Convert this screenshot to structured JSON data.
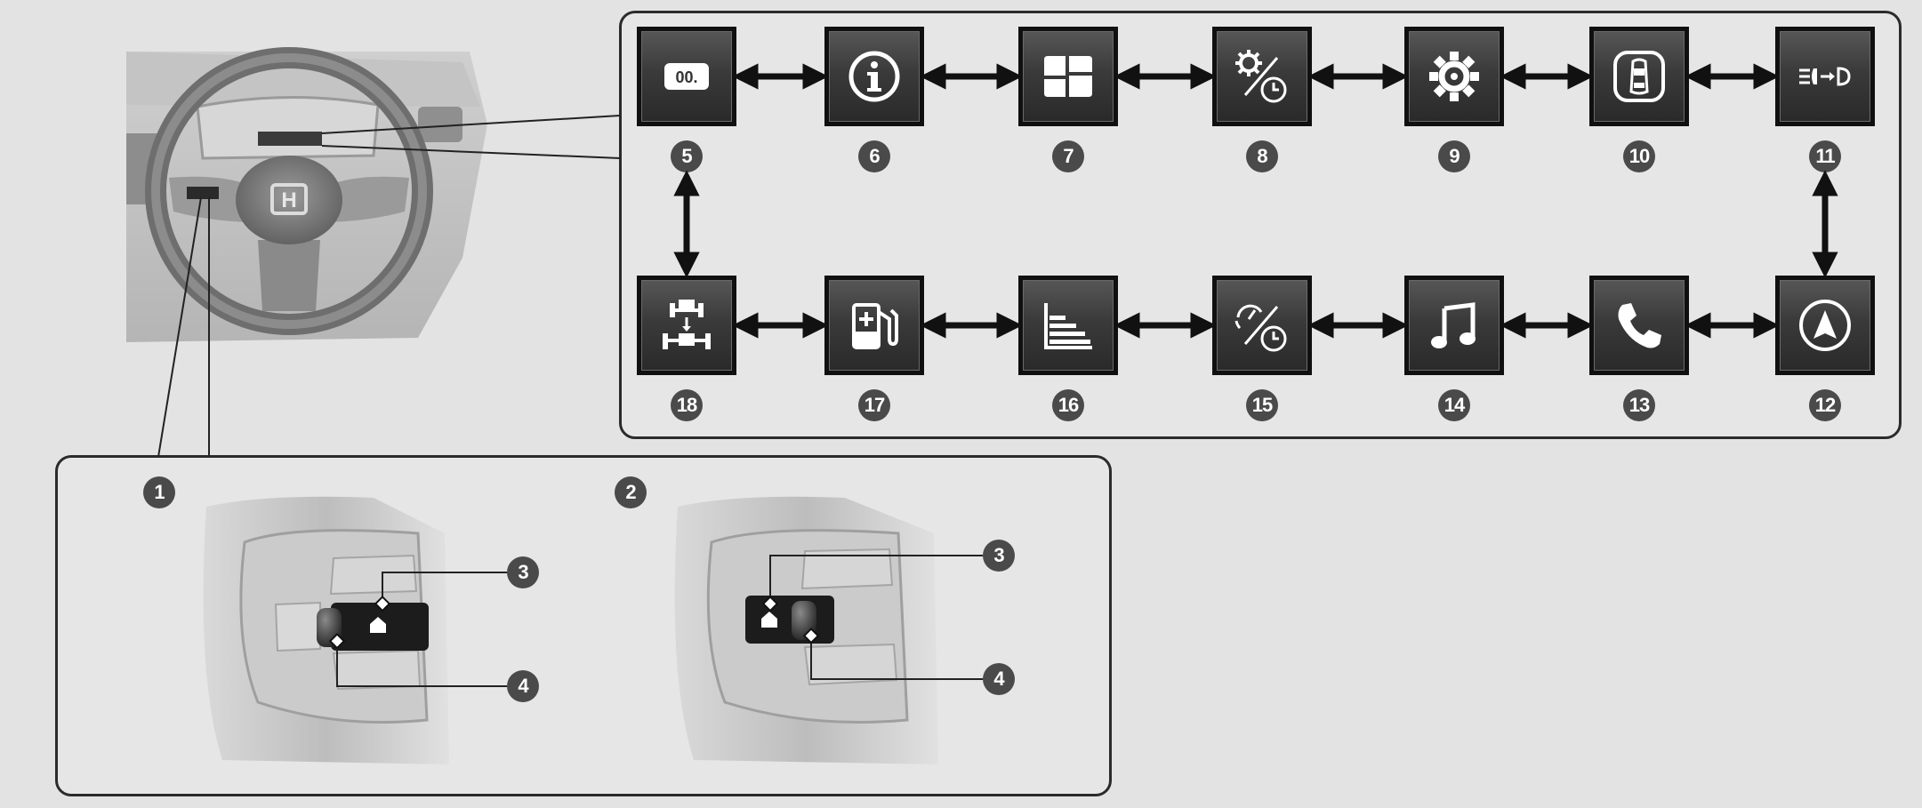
{
  "menu_items": [
    {
      "number": "5",
      "icon": "odometer-icon"
    },
    {
      "number": "6",
      "icon": "info-icon"
    },
    {
      "number": "7",
      "icon": "split-display-icon"
    },
    {
      "number": "8",
      "icon": "settings-timer-icon"
    },
    {
      "number": "9",
      "icon": "gear-icon"
    },
    {
      "number": "10",
      "icon": "vehicle-status-icon"
    },
    {
      "number": "11",
      "icon": "headlight-icon"
    },
    {
      "number": "12",
      "icon": "navigation-icon"
    },
    {
      "number": "13",
      "icon": "phone-icon"
    },
    {
      "number": "14",
      "icon": "music-icon"
    },
    {
      "number": "15",
      "icon": "speed-timer-icon"
    },
    {
      "number": "16",
      "icon": "bar-graph-icon"
    },
    {
      "number": "17",
      "icon": "fuel-icon"
    },
    {
      "number": "18",
      "icon": "powertrain-icon"
    }
  ],
  "switch_variants": [
    {
      "label": "1",
      "home_callout": "3",
      "wheel_callout": "4"
    },
    {
      "label": "2",
      "home_callout": "3",
      "wheel_callout": "4"
    }
  ],
  "colors": {
    "background": "#e3e3e3",
    "tile": "#3a3a3a",
    "callout": "#4a4a4a",
    "frame": "#2b2b2b"
  }
}
